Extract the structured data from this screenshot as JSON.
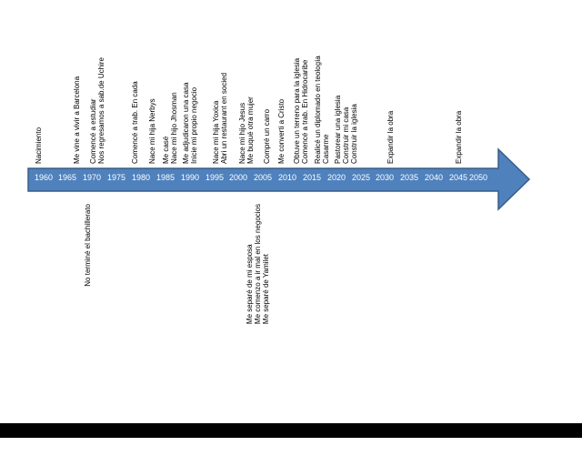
{
  "colors": {
    "arrow_fill": "#4f81bd",
    "arrow_stroke": "#385d8a",
    "year_text": "#ffffff",
    "bar": "#000000"
  },
  "years": [
    "1960",
    "1965",
    "1970",
    "1975",
    "1980",
    "1985",
    "1990",
    "1995",
    "2000",
    "2005",
    "2010",
    "2015",
    "2020",
    "2025",
    "2030",
    "2035",
    "2040",
    "2045",
    "2050"
  ],
  "events_top": [
    {
      "id": "e-nacimiento",
      "lines": [
        "Nacimiento"
      ]
    },
    {
      "id": "e-barcelona",
      "lines": [
        "Me vine a vivir a Barcelona"
      ]
    },
    {
      "id": "e-estudiar",
      "lines": [
        "Comencé a estudiar",
        "Nos regresamos a sab.de Uchire"
      ]
    },
    {
      "id": "e-trab",
      "lines": [
        "Comencé a trab. En cada"
      ]
    },
    {
      "id": "e-nerbys",
      "lines": [
        "Nace mi hija Nerbys"
      ]
    },
    {
      "id": "e-case",
      "lines": [
        "Me casé",
        "Nace mi hijo Jhosman"
      ]
    },
    {
      "id": "e-casa",
      "lines": [
        "Me adjudicaron una casa",
        "Inicie mi propio negocio"
      ]
    },
    {
      "id": "e-yoxica",
      "lines": [
        "Nace mi hija Yoxica",
        "Abri un restaurant en socied"
      ]
    },
    {
      "id": "e-jesus",
      "lines": [
        "Nace mi hijo Jesus",
        "Me buqué otra mujer"
      ]
    },
    {
      "id": "e-carro",
      "lines": [
        "Compré un carro"
      ]
    },
    {
      "id": "e-cristo",
      "lines": [
        "Me converti a Cristo"
      ]
    },
    {
      "id": "e-terreno",
      "lines": [
        "Obtuve un terreno para la iglesia",
        "Comencé a trab. En Hidrocaribe"
      ]
    },
    {
      "id": "e-teologia",
      "lines": [
        "Realicé un diplomado en teología",
        "Casarme"
      ]
    },
    {
      "id": "e-pastorear",
      "lines": [
        "Pastorear una iglesia",
        "Construir mi casa",
        "Construir la iglesia"
      ]
    },
    {
      "id": "e-expandir1",
      "lines": [
        "Expandir la obra"
      ]
    },
    {
      "id": "e-expandir2",
      "lines": [
        "Expandir la obra"
      ]
    }
  ],
  "events_bottom": [
    {
      "id": "e-bachillerato",
      "lines": [
        "No terminé el bachillerato"
      ]
    },
    {
      "id": "e-separe",
      "lines": [
        "Me separé de mi esposa",
        "Me comenzo a ir mal en los negocios",
        "Me separé de Yamilet"
      ]
    }
  ]
}
